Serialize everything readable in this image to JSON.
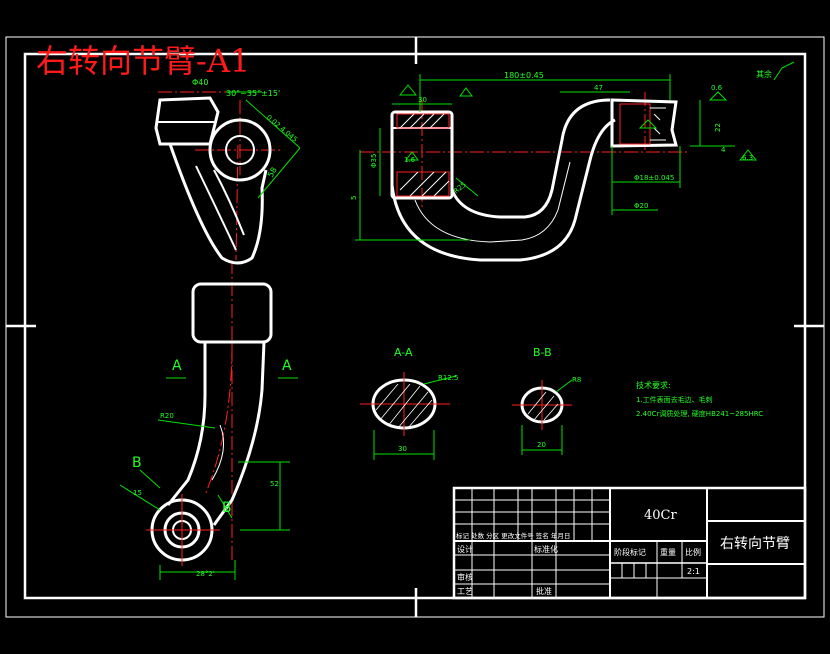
{
  "title_overlay": "右转向节臂-A1",
  "colors": {
    "background": "#000000",
    "outline": "#ffffff",
    "dimension": "#00e000",
    "centerline": "#ff2020",
    "title": "#ff1a1a"
  },
  "top_view": {
    "dim_dia_top": "Φ40",
    "dim_angle": "30°~35°±15'",
    "dim_tol": "0.02 4.045",
    "dim_side": "58"
  },
  "front_view": {
    "dim_overall": "180±0.45",
    "dim_47": "47",
    "dim_30": "30",
    "dim_flatness": "0.6",
    "dim_roughness": "其余",
    "dim_left_dia": "Φ35",
    "dim_left_tol": "1.6",
    "dim_left_h": "5",
    "dim_r25": "R25",
    "dim_right_dia": "Φ18±0.045",
    "dim_right_h": "22",
    "dim_right_h2": "4",
    "dim_right_dia2": "Φ20",
    "dim_right_tol": "6.3"
  },
  "section_aa": {
    "label": "A-A",
    "dim_r": "R12.5",
    "dim_w": "30"
  },
  "section_bb": {
    "label": "B-B",
    "dim_r": "R8",
    "dim_w": "20"
  },
  "side_view": {
    "label_a_left": "A",
    "label_a_right": "A",
    "label_b_left": "B",
    "label_b_right": "B",
    "dim_r20": "R20",
    "dim_15": "15",
    "dim_52": "52",
    "dim_bottom": "28°2'"
  },
  "tech_requirements": {
    "heading": "技术要求:",
    "line1": "1.工件表面去毛边、毛刺",
    "line2": "2.40Cr调质处理, 硬度HB241~285HRC"
  },
  "title_block": {
    "material": "40Cr",
    "part_name": "右转向节臂",
    "header_row": "标记 处数 分区 更改文件号 签名 年月日",
    "label_design": "设计",
    "label_standard": "标准化",
    "label_stage": "阶段标记",
    "label_weight": "重量",
    "label_scale": "比例",
    "scale_value": "2:1",
    "label_review": "审核",
    "label_process": "工艺",
    "label_approve": "批准"
  }
}
